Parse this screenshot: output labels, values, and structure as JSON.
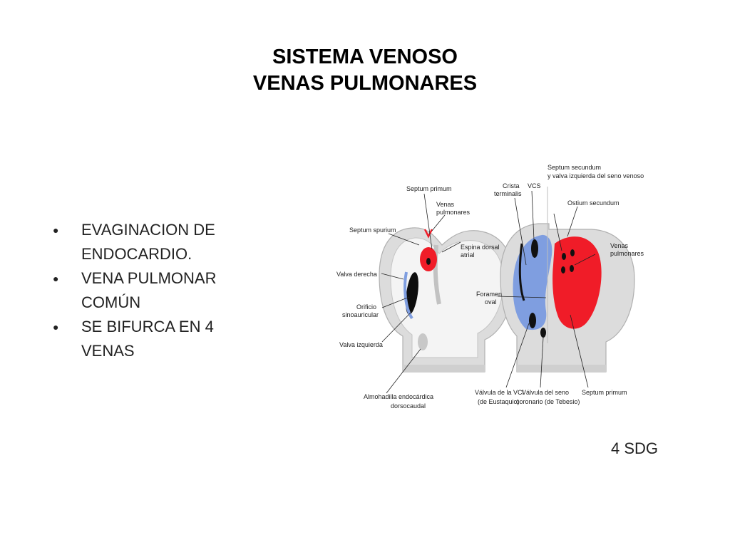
{
  "title": {
    "line1": "SISTEMA VENOSO",
    "line2": "VENAS PULMONARES"
  },
  "bullets": [
    {
      "line1": "EVAGINACION DE",
      "line2": "ENDOCARDIO."
    },
    {
      "line1": "VENA PULMONAR",
      "line2": "COMÚN"
    },
    {
      "line1": "SE BIFURCA EN 4",
      "line2": "VENAS"
    }
  ],
  "footer": "4 SDG",
  "figure": {
    "colors": {
      "venous": "#f01c28",
      "systemic": "#7f9ee0",
      "tissue": "#dedede"
    },
    "left_labels": {
      "septum_primum": "Septum primum",
      "venas_pulmonares_1": "Venas",
      "venas_pulmonares_2": "pulmonares",
      "septum_spurium": "Septum spurium",
      "espina_1": "Espina dorsal",
      "espina_2": "atrial",
      "valva_derecha": "Valva derecha",
      "orificio_1": "Orificio",
      "orificio_2": "sinoauricular",
      "valva_izquierda": "Valva izquierda",
      "almohadilla_1": "Almohadilla endocárdica",
      "almohadilla_2": "dorsocaudal"
    },
    "right_labels": {
      "crista_1": "Crista",
      "crista_2": "terminalis",
      "vcs": "VCS",
      "septum_secundum_1": "Septum secundum",
      "septum_secundum_2": "y valva izquierda del seno venoso",
      "ostium_secundum": "Ostium secundum",
      "venas_pulmonares_1": "Venas",
      "venas_pulmonares_2": "pulmonares",
      "foramen_1": "Foramen",
      "foramen_2": "oval",
      "valvula_vci_1": "Válvula de la VCI",
      "valvula_vci_2": "(de Eustaquio)",
      "valvula_seno_1": "Válvula del seno",
      "valvula_seno_2": "coronario (de Tebesio)",
      "septum_primum": "Septum primum"
    }
  }
}
